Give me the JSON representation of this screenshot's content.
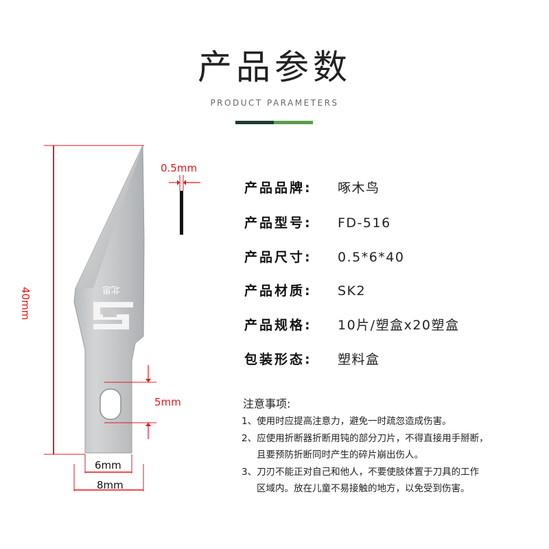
{
  "header": {
    "title": "产品参数",
    "subtitle": "PRODUCT PARAMETERS",
    "accent_dark": "#1f3b2f",
    "accent_green": "#5c9c4a"
  },
  "specs": [
    {
      "label": "产品品牌:",
      "value": "啄木鸟"
    },
    {
      "label": "产品型号:",
      "value": "FD-516"
    },
    {
      "label": "产品尺寸:",
      "value": "0.5*6*40"
    },
    {
      "label": "产品材质:",
      "value": "SK2"
    },
    {
      "label": "产品规格:",
      "value": "10片/塑盒x20塑盒"
    },
    {
      "label": "包装形态:",
      "value": "塑料盒"
    }
  ],
  "notes": {
    "title": "注意事项:",
    "lines": [
      "1、使用时应提高注意力，避免一时疏忽造成伤害。",
      "2、应使用折断器折断用钝的部分刀片，不得直接用手掰断，",
      "且要预防折断同时产生的碎片崩出伤人。",
      "3、刀刃不能正对自己和他人，不要使肢体置于刀具的工作",
      "区域内。放在儿童不易接触的地方，以免受到伤害。"
    ]
  },
  "dimensions": {
    "length": "40mm",
    "thickness": "0.5mm",
    "slot": "5mm",
    "shank_width": "6mm",
    "total_width": "8mm"
  },
  "blade": {
    "brand_mark_text": "北思",
    "color_red": "#e8141a"
  }
}
